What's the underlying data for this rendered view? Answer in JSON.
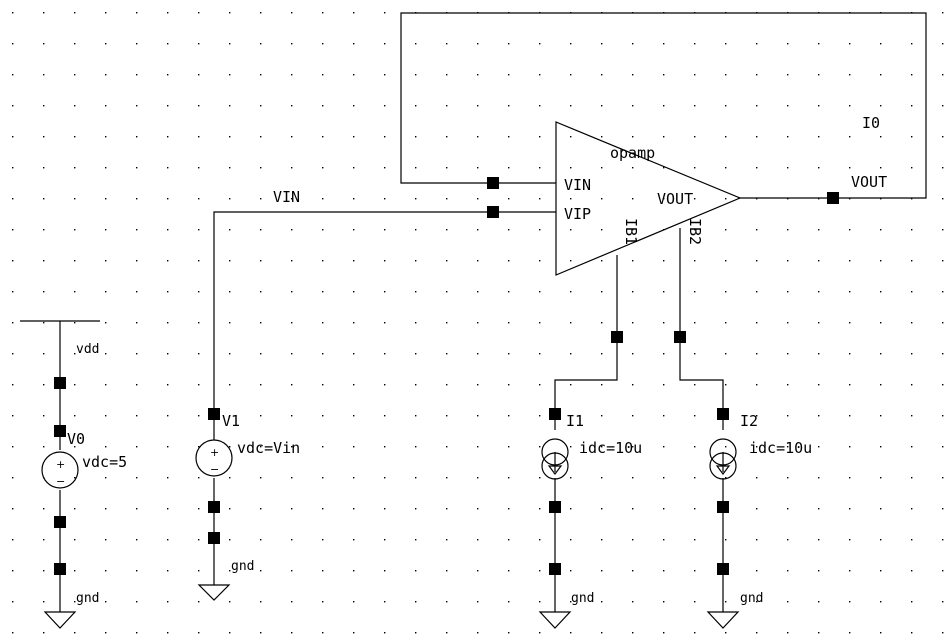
{
  "schematic": {
    "opamp": {
      "instance": "I0",
      "cell": "opamp",
      "pin_vin": "VIN",
      "pin_vip": "VIP",
      "pin_vout": "VOUT",
      "pin_ib1": "IB1",
      "pin_ib2": "IB2"
    },
    "nets": {
      "vin": "VIN",
      "vout": "VOUT",
      "vdd": "vdd"
    },
    "sources": {
      "v0": {
        "name": "V0",
        "param": "vdc=5",
        "ground": "gnd"
      },
      "v1": {
        "name": "V1",
        "param": "vdc=Vin",
        "ground": "gnd"
      },
      "i1": {
        "name": "I1",
        "param": "idc=10u",
        "ground": "gnd"
      },
      "i2": {
        "name": "I2",
        "param": "idc=10u",
        "ground": "gnd"
      }
    },
    "signs": {
      "plus": "+",
      "minus": "−"
    },
    "colors": {
      "background": "#ffffff",
      "ink": "#000000"
    }
  }
}
